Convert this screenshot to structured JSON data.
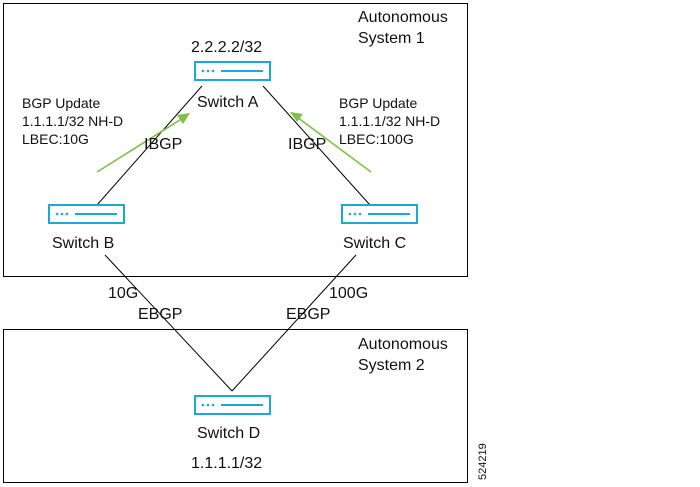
{
  "as1": {
    "label_line1": "Autonomous",
    "label_line2": "System 1"
  },
  "as2": {
    "label_line1": "Autonomous",
    "label_line2": "System 2"
  },
  "switches": {
    "a": {
      "name": "Switch A",
      "address": "2.2.2.2/32",
      "icon": "switch-icon"
    },
    "b": {
      "name": "Switch B",
      "icon": "switch-icon"
    },
    "c": {
      "name": "Switch C",
      "icon": "switch-icon"
    },
    "d": {
      "name": "Switch D",
      "address": "1.1.1.1/32",
      "icon": "switch-icon"
    }
  },
  "links": {
    "a_b": "IBGP",
    "a_c": "IBGP",
    "b_d": {
      "speed": "10G",
      "protocol": "EBGP"
    },
    "c_d": {
      "speed": "100G",
      "protocol": "EBGP"
    }
  },
  "updates": {
    "left": {
      "line1": "BGP Update",
      "line2": "1.1.1.1/32 NH-D",
      "line3": "LBEC:10G"
    },
    "right": {
      "line1": "BGP Update",
      "line2": "1.1.1.1/32 NH-D",
      "line3": "LBEC:100G"
    }
  },
  "figure_number": "524219",
  "colors": {
    "switch": "#1ba9d6",
    "arrow": "#7dc142",
    "line": "#000000"
  }
}
